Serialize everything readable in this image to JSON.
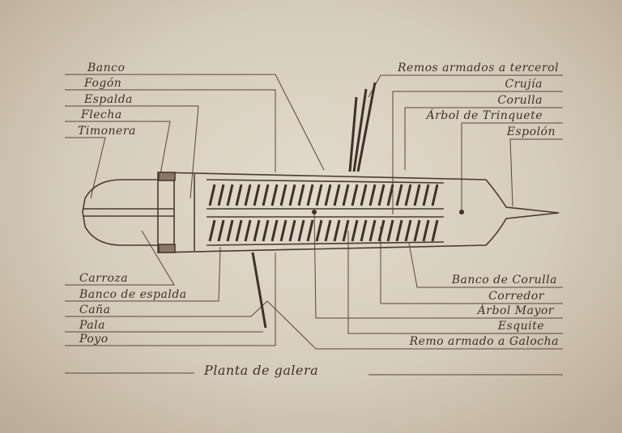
{
  "title": "Planta de galera",
  "labels_left_top": [
    "Banco",
    "Fogón",
    "Espalda",
    "Flecha",
    "Timonera"
  ],
  "labels_left_bottom": [
    "Carroza",
    "Banco de espalda",
    "Caña",
    "Pala",
    "Poyo"
  ],
  "labels_right_top": [
    "Remos armados a tercerol",
    "Crujía",
    "Corulla",
    "Árbol de Trinquete",
    "Espolón"
  ],
  "labels_right_bottom": [
    "Banco de Corulla",
    "Corredor",
    "Árbol Mayor",
    "Esquite",
    "Remo armado a Galocha"
  ],
  "colors": {
    "ink": "#4a3a30",
    "paper": "#dcd3c3"
  }
}
